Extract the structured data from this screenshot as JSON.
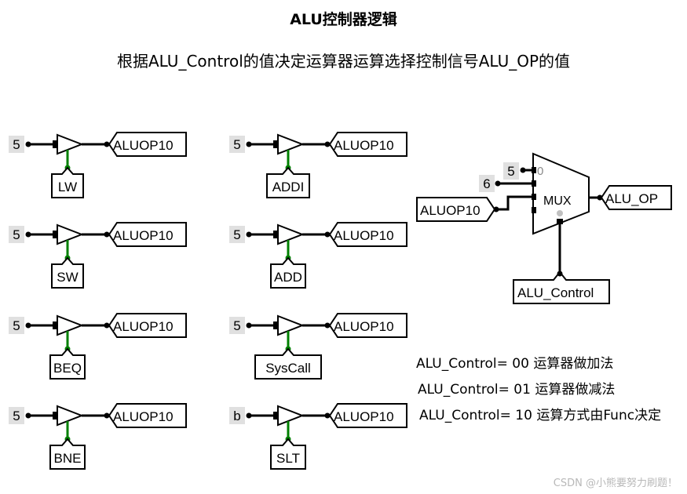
{
  "header": {
    "title": "ALU控制器逻辑",
    "subtitle": "根据ALU_Control的值决定运算器运算选择控制信号ALU_OP的值"
  },
  "gates": [
    {
      "constant": "5",
      "label": "LW",
      "output": "ALUOP10"
    },
    {
      "constant": "5",
      "label": "SW",
      "output": "ALUOP10"
    },
    {
      "constant": "5",
      "label": "BEQ",
      "output": "ALUOP10"
    },
    {
      "constant": "5",
      "label": "BNE",
      "output": "ALUOP10"
    },
    {
      "constant": "5",
      "label": "ADDI",
      "output": "ALUOP10"
    },
    {
      "constant": "5",
      "label": "ADD",
      "output": "ALUOP10"
    },
    {
      "constant": "5",
      "label": "SysCall",
      "output": "ALUOP10"
    },
    {
      "constant": "b",
      "label": "SLT",
      "output": "ALUOP10"
    }
  ],
  "mux": {
    "label": "MUX",
    "input0_const": "5",
    "input0_index": "0",
    "input1_const": "6",
    "input2_tunnel": "ALUOP10",
    "output_tunnel": "ALU_OP",
    "select_tunnel": "ALU_Control"
  },
  "notes": [
    "ALU_Control= 00 运算器做加法",
    "ALU_Control= 01 运算器做减法",
    "ALU_Control= 10 运算方式由Func决定"
  ],
  "watermark": "CSDN @小熊要努力刷题！",
  "colors": {
    "wire": "#000000",
    "control_wire": "#008000",
    "constant_box": "#e0e0e0"
  }
}
